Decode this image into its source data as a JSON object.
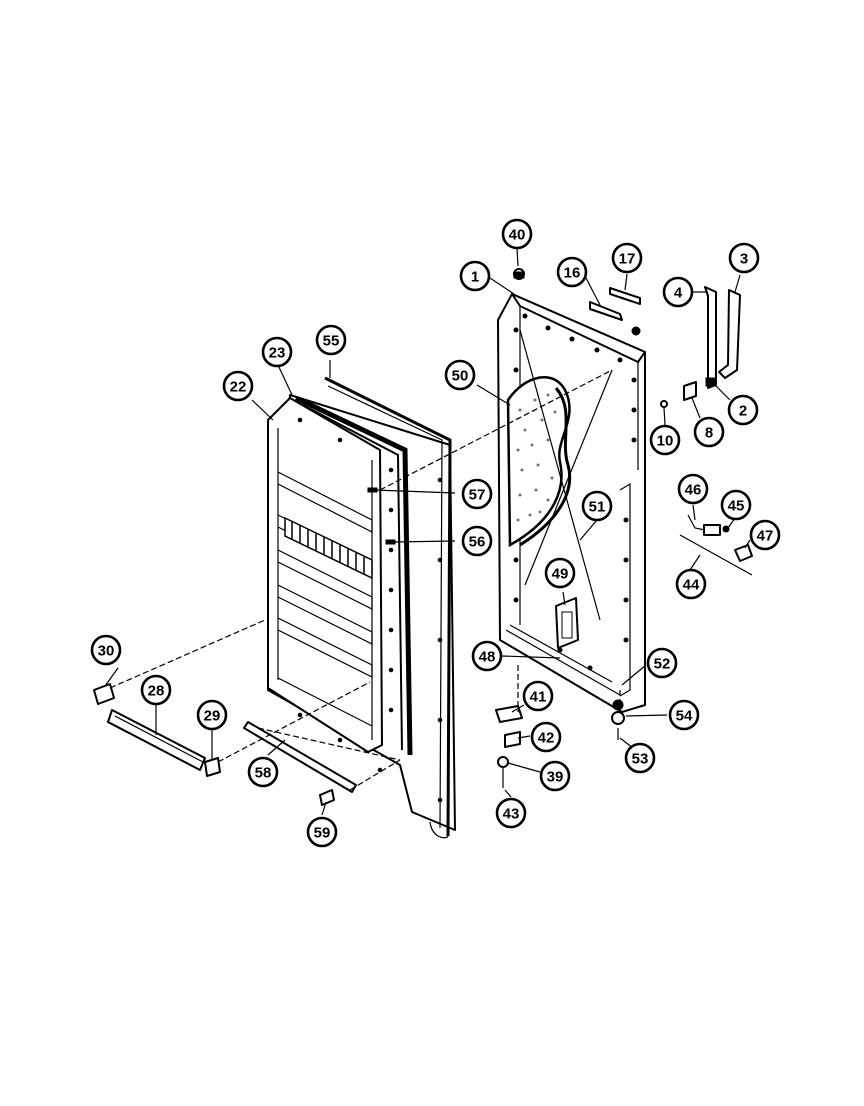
{
  "diagram": {
    "callouts": [
      {
        "label": "1"
      },
      {
        "label": "2"
      },
      {
        "label": "3"
      },
      {
        "label": "4"
      },
      {
        "label": "8"
      },
      {
        "label": "10"
      },
      {
        "label": "16"
      },
      {
        "label": "17"
      },
      {
        "label": "22"
      },
      {
        "label": "23"
      },
      {
        "label": "28"
      },
      {
        "label": "29"
      },
      {
        "label": "30"
      },
      {
        "label": "39"
      },
      {
        "label": "40"
      },
      {
        "label": "41"
      },
      {
        "label": "42"
      },
      {
        "label": "43"
      },
      {
        "label": "44"
      },
      {
        "label": "45"
      },
      {
        "label": "46"
      },
      {
        "label": "47"
      },
      {
        "label": "48"
      },
      {
        "label": "49"
      },
      {
        "label": "50"
      },
      {
        "label": "51"
      },
      {
        "label": "52"
      },
      {
        "label": "53"
      },
      {
        "label": "54"
      },
      {
        "label": "55"
      },
      {
        "label": "56"
      },
      {
        "label": "57"
      },
      {
        "label": "58"
      },
      {
        "label": "59"
      }
    ]
  }
}
